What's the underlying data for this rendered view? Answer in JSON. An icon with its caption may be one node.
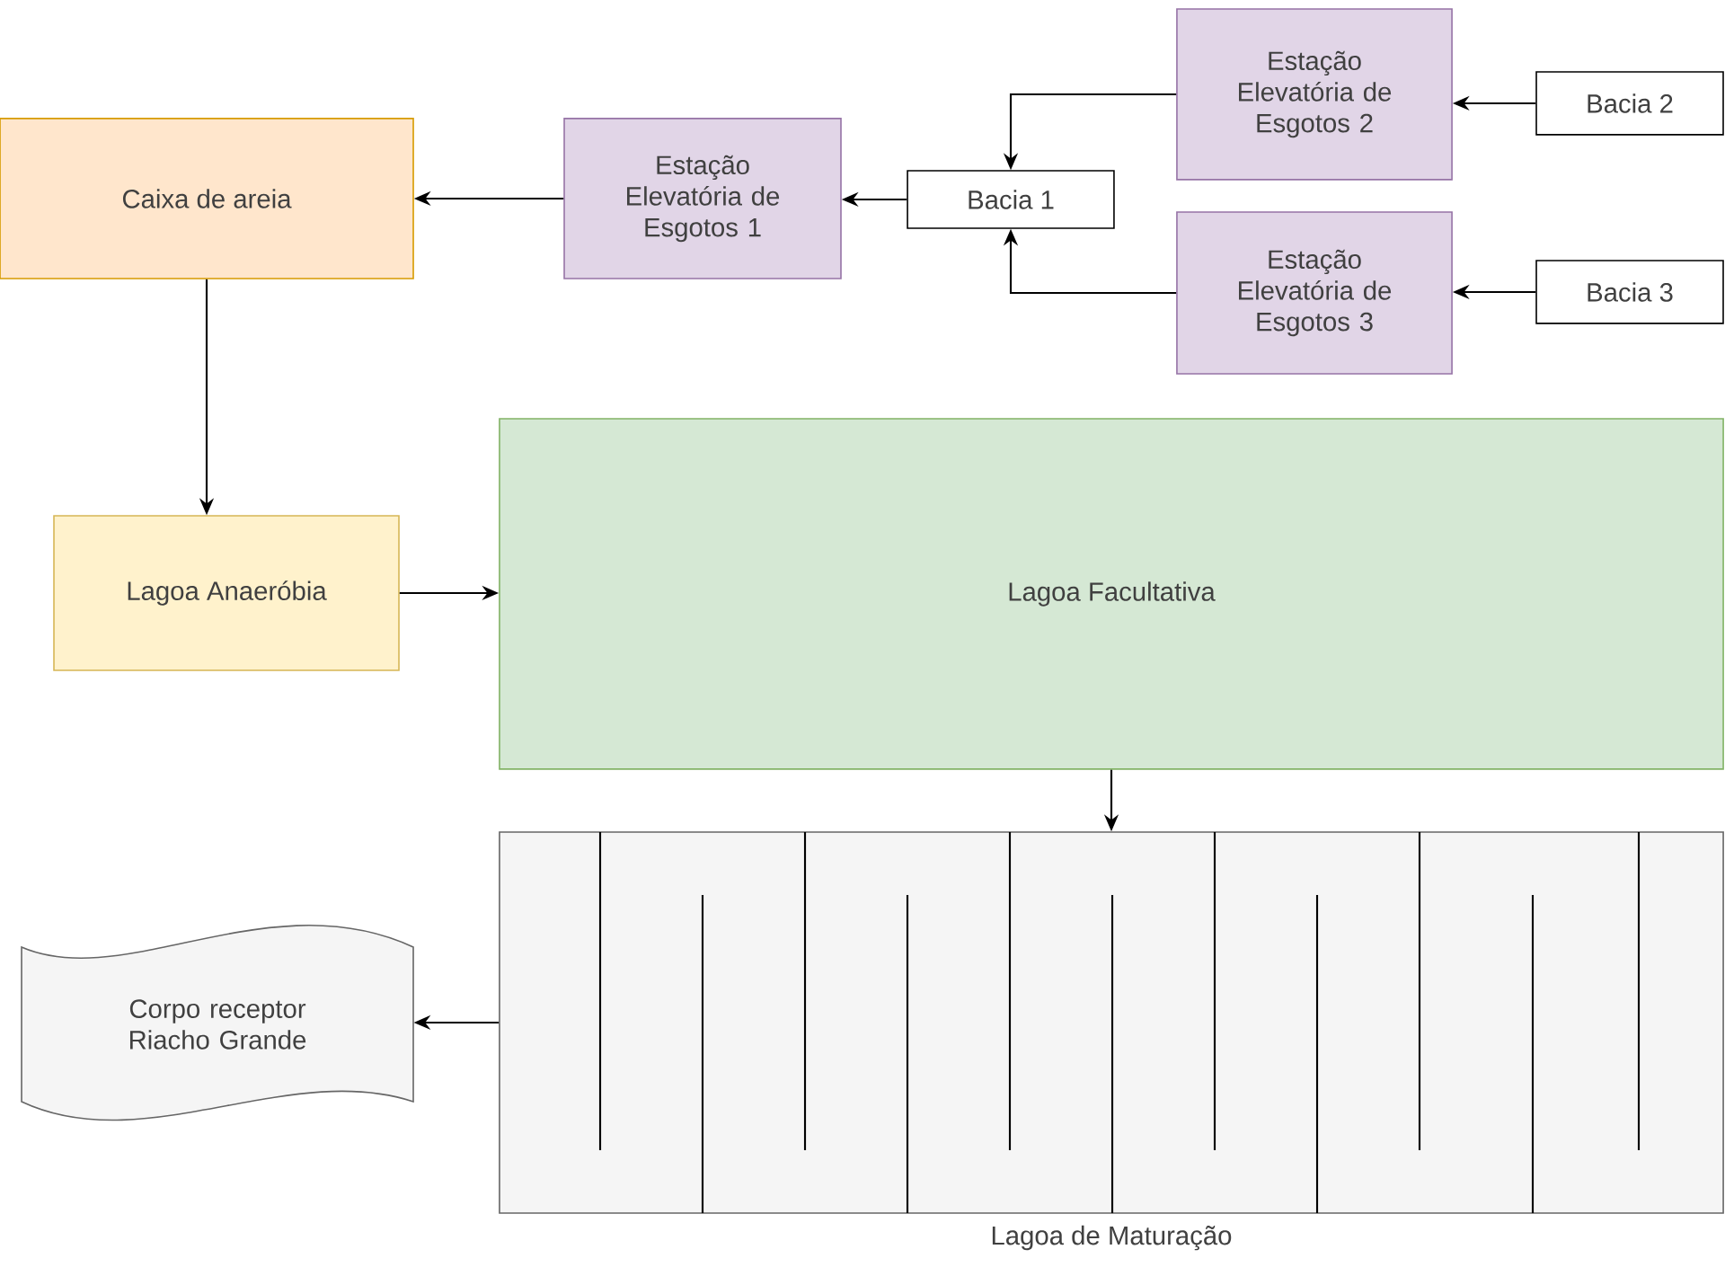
{
  "diagram": {
    "nodes": [
      {
        "text": [
          "Caixa de areia"
        ]
      },
      {
        "text": [
          "Estação Elevatória de Esgotos 1"
        ]
      },
      {
        "text": [
          "Bacia 1"
        ]
      },
      {
        "text": [
          "Estação Elevatória de Esgotos 2"
        ]
      },
      {
        "text": [
          "Bacia 2"
        ]
      },
      {
        "text": [
          "Estação Elevatória de Esgotos 3"
        ]
      },
      {
        "text": [
          "Bacia 3"
        ]
      },
      {
        "text": [
          "Lagoa Anaeróbia"
        ]
      },
      {
        "text": [
          "Lagoa Facultativa"
        ]
      },
      {
        "text": [
          "Lagoa de Maturação"
        ]
      },
      {
        "text": [
          "Corpo receptor Riacho Grande"
        ]
      }
    ],
    "edges": [
      {
        "from": 4,
        "to": 3,
        "arrow": "to"
      },
      {
        "from": 6,
        "to": 5,
        "arrow": "to"
      },
      {
        "from": 3,
        "to": 2,
        "arrow": "to"
      },
      {
        "from": 5,
        "to": 2,
        "arrow": "to"
      },
      {
        "from": 2,
        "to": 1,
        "arrow": "to"
      },
      {
        "from": 1,
        "to": 0,
        "arrow": "to"
      },
      {
        "from": 0,
        "to": 7,
        "arrow": "to"
      },
      {
        "from": 7,
        "to": 8,
        "arrow": "to"
      },
      {
        "from": 8,
        "to": 9,
        "arrow": "to"
      },
      {
        "from": 9,
        "to": 10,
        "arrow": "to"
      }
    ]
  }
}
